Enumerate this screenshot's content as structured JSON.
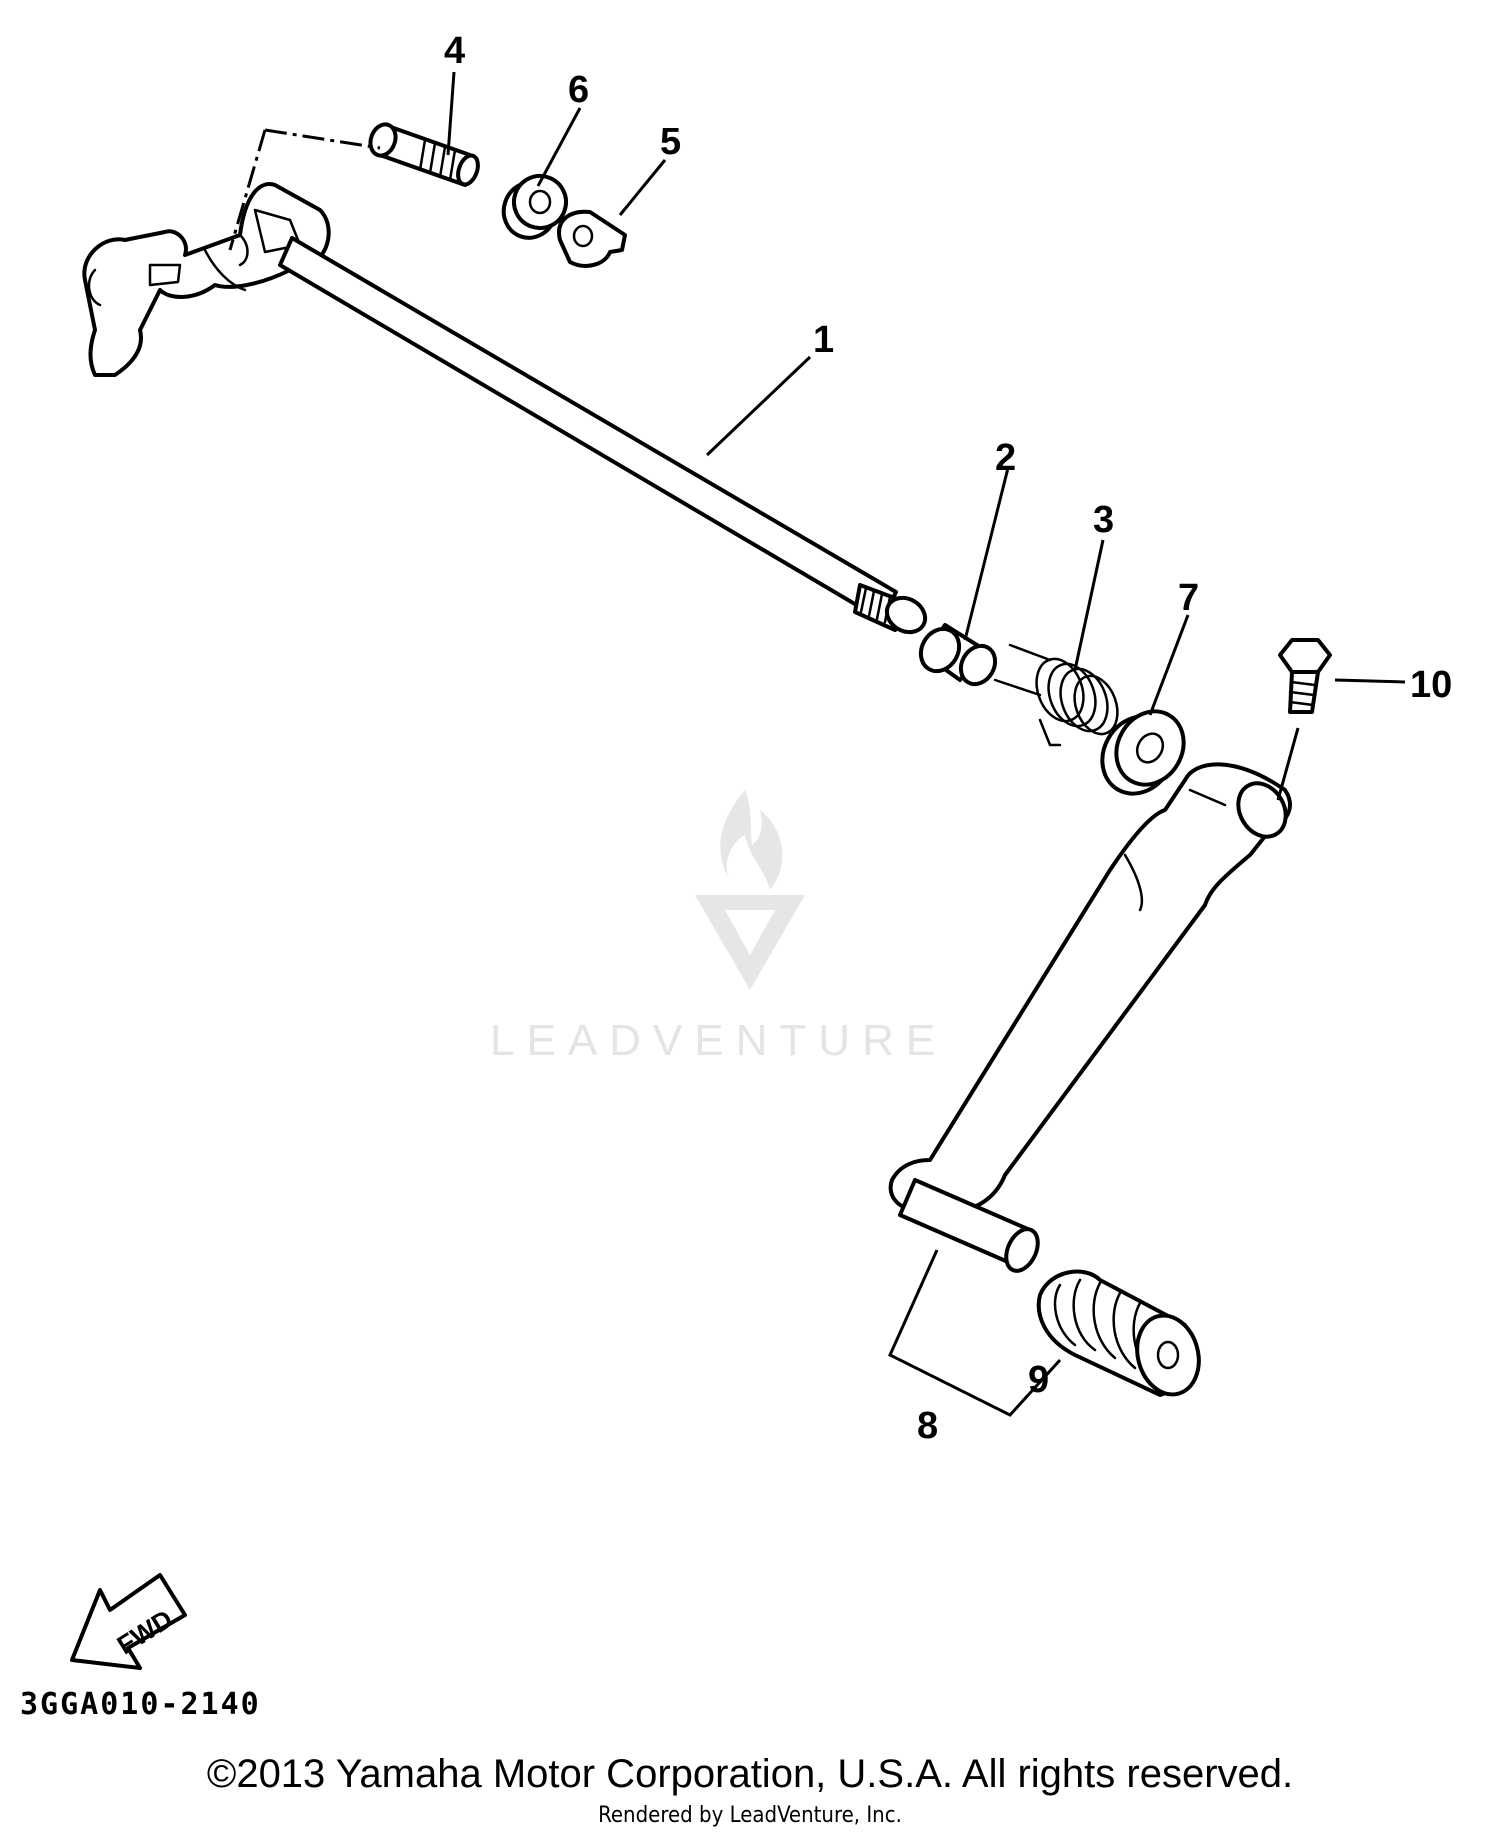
{
  "diagram_code": "3GGA010-2140",
  "fwd_label": "FWD",
  "copyright": "©2013 Yamaha Motor Corporation, U.S.A. All rights reserved.",
  "rendered_by": "Rendered by LeadVenture, Inc.",
  "watermark": "LEADVENTURE",
  "callouts": {
    "c1": "1",
    "c2": "2",
    "c3": "3",
    "c4": "4",
    "c5": "5",
    "c6": "6",
    "c7": "7",
    "c8": "8",
    "c9": "9",
    "c10": "10"
  },
  "icons": {
    "watermark_logo": "flame-v-logo-icon",
    "fwd_arrow": "fwd-arrow-icon"
  }
}
